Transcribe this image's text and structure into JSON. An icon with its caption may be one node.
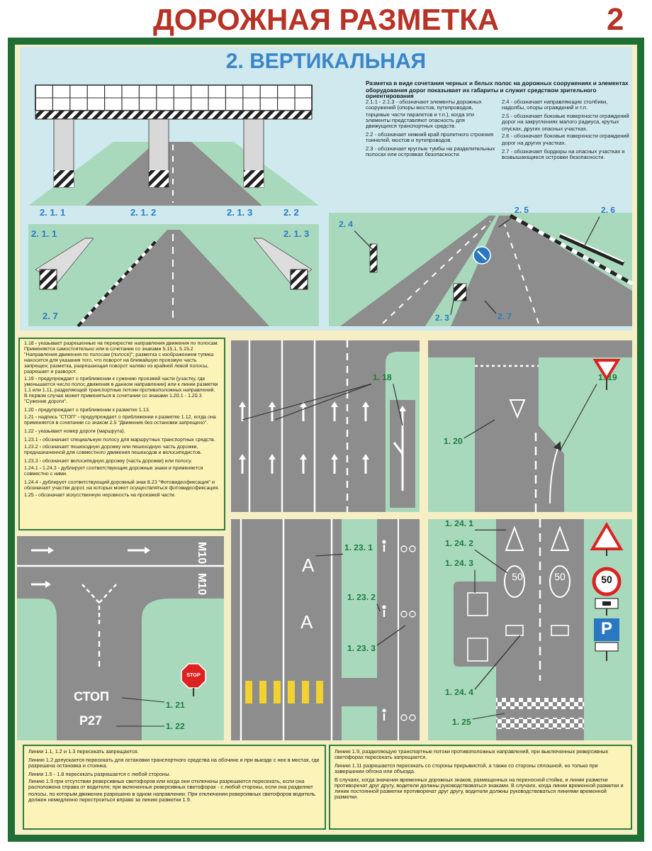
{
  "diagram": {
    "title": "ДОРОЖНАЯ РАЗМЕТКА",
    "nodes": [
      {
        "text": [
          "2. 4"
        ]
      },
      {
        "text": [
          "2. 5"
        ]
      },
      {
        "text": [
          "2. 6"
        ]
      },
      {
        "text": [
          "2. 3"
        ]
      },
      {
        "text": [
          "2. 7"
        ]
      },
      {
        "text": [
          "1. 18"
        ]
      },
      {
        "text": [
          "1. 19"
        ]
      },
      {
        "text": [
          "1. 20"
        ]
      },
      {
        "text": [
          "1. 23. 1"
        ]
      },
      {
        "text": [
          "1. 23. 2"
        ]
      },
      {
        "text": [
          "1. 23. 3"
        ]
      },
      {
        "text": [
          "1. 24. 1"
        ]
      },
      {
        "text": [
          "1. 24. 2"
        ]
      },
      {
        "text": [
          "1. 24. 3"
        ]
      },
      {
        "text": [
          "1. 24. 4"
        ]
      },
      {
        "text": [
          "1. 25"
        ]
      },
      {
        "text": [
          "1. 21"
        ]
      },
      {
        "text": [
          "1. 22"
        ]
      },
      {
        "text": [
          "A"
        ]
      },
      {
        "text": [
          "50"
        ]
      },
      {
        "text": [],
        "shape": "cylinder"
      },
      {
        "text": [],
        "shape": "triangle"
      },
      {
        "text": [],
        "shape": "box"
      }
    ],
    "edges": [
      {
        "from": 0,
        "to": null,
        "arrow": "none"
      },
      {
        "from": 1,
        "to": null,
        "arrow": "none"
      },
      {
        "from": 2,
        "to": null,
        "arrow": "none"
      },
      {
        "from": 3,
        "to": 20,
        "arrow": "none"
      },
      {
        "from": 4,
        "to": null,
        "arrow": "none"
      },
      {
        "from": 5,
        "to": null,
        "arrow": "none"
      },
      {
        "from": 5,
        "to": null,
        "arrow": "none"
      },
      {
        "from": 5,
        "to": null,
        "arrow": "none"
      },
      {
        "from": 6,
        "to": null,
        "arrow": "none"
      },
      {
        "from": 7,
        "to": null,
        "arrow": "none"
      },
      {
        "from": 8,
        "to": 18,
        "arrow": "none"
      },
      {
        "from": 9,
        "to": null,
        "arrow": "none"
      },
      {
        "from": 10,
        "to": null,
        "arrow": "none"
      },
      {
        "from": 11,
        "to": 21,
        "arrow": "none"
      },
      {
        "from": 12,
        "to": 19,
        "arrow": "none"
      },
      {
        "from": 13,
        "to": 22,
        "arrow": "none"
      },
      {
        "from": 14,
        "to": null,
        "arrow": "none"
      },
      {
        "from": 15,
        "to": null,
        "arrow": "none"
      },
      {
        "from": 16,
        "to": null,
        "arrow": "none"
      },
      {
        "from": 17,
        "to": null,
        "arrow": "none"
      }
    ],
    "labels": [
      "2",
      "2. ВЕРТИКАЛЬНАЯ",
      "2. 1. 1",
      "2. 1. 2",
      "2. 1. 3",
      "2. 2",
      "Разметка в виде сочетания черных и белых полос на дорожных сооружениях и элементах оборудования дорог показывает их габариты и служит средством зрительного ориентирования",
      "2.1.1 - 2.1.3 - обозначают элементы дорожных сооружений (опоры мостов, путепроводов, торцевые части парапетов и т.п.), когда эти элементы представляют опасность для движущихся транспортных средств.",
      "2.2 - обозначает нижний край пролетного строения тоннелей, мостов и путепроводов.",
      "2.3 - обозначает круглые тумбы на разделительных полосах или островках безопасности.",
      "2.4 - обозначает направляющие столбики, надолбы, опоры ограждений и т.п.",
      "2.5 - обозначает боковые поверхности ограждений дорог на закруглениях малого радиуса, крутых спусках, других опасных участках.",
      "2.6 - обозначает боковые поверхности ограждений дорог на других участках.",
      "2.7 - обозначает бордюры на опасных участках и возвышающиеся островки безопасности.",
      "2. 1. 1",
      "2. 1. 3",
      "2. 7",
      "1.18 - указывает разрешенные на перекрестке направления движения по полосам. Применяется самостоятельно или в сочетании со знаками 5.15.1, 5.15.2 \"Направления движения по полосам (полосе)\"; разметка с изображением тупика наносится для указания того, что поворот на ближайшую проезжую часть запрещен; разметка, разрешающая поворот налево из крайней левой полосы, разрешает и разворот.",
      "1.19 - предупреждает о приближении к сужению проезжей части (участку, где уменьшается число полос движения в данном направлении) или к линии разметки 1.1 или 1.11, разделяющей транспортные потоки противоположных направлений. В первом случае может применяться в сочетании со знаками 1.20.1 - 1.20.3 \"Сужение дороги\".",
      "1.20 - предупреждает о приближении к разметке 1.13.",
      "1.21 - надпись \"СТОП\" - предупреждает о приближении к разметке 1.12, когда она применяется в сочетании со знаком 2.5 \"Движение без остановки запрещено\".",
      "1.22 - указывает номер дороги (маршрута).",
      "1.23.1 - обозначает специальную полосу для маршрутных транспортных средств.",
      "1.23.2 - обозначает пешеходную дорожку или пешеходную часть дорожки, предназначенной для совместного движения пешеходов и велосипедистов.",
      "1.23.3 - обозначает велосипедную дорожку (часть дорожки) или полосу.",
      "1.24.1 - 1.24.3 - дублирует соответствующие дорожные знаки и применяется совместно с ними.",
      "1.24.4 - дублирует соответствующий дорожный знак 8.23 \"Фотовидеофиксация\" и обозначает участки дорог, на которых может осуществляться фотовидеофиксация.",
      "1.25 - обозначает искусственную неровность на проезжей части.",
      "М10",
      "М10",
      "STOP",
      "СТОП",
      "Р27",
      "A",
      "50",
      "50",
      "P",
      "Линии 1.1, 1.2 и 1.3 пересекать запрещается.",
      "Линию 1.2 допускается пересекать для остановки транспортного средства на обочине и при выезде с нее в местах, где разрешена остановка и стоянка.",
      "Линии 1.5 - 1.8 пересекать разрешается с любой стороны.",
      "Линию 1.9 при отсутствии реверсивных светофоров или когда они отключены разрешается пересекать, если она расположена справа от водителя; при включенных реверсивных светофорах - с любой стороны, если она разделяет полосы, по которым движение разрешено в одном направлении. При отключении реверсивных светофоров водитель должен немедленно перестроиться вправо за линию разметки 1.9.",
      "Линию 1.9, разделяющую транспортные потоки противоположных направлений, при выключенных реверсивных светофорах пересекать запрещается.",
      "Линию 1.11 разрешается пересекать со стороны прерывистой, а также со стороны сплошной, но только при завершении обгона или объезда.",
      "В случаях, когда значения временных дорожных знаков, размещенных на переносной стойке, и линии разметки противоречат друг другу, водители должны руководствоваться знаками. В случаях, когда линии временной разметки и линии постоянной разметки противоречат друг другу, водители должны руководствоваться линиями временной разметки."
    ]
  }
}
